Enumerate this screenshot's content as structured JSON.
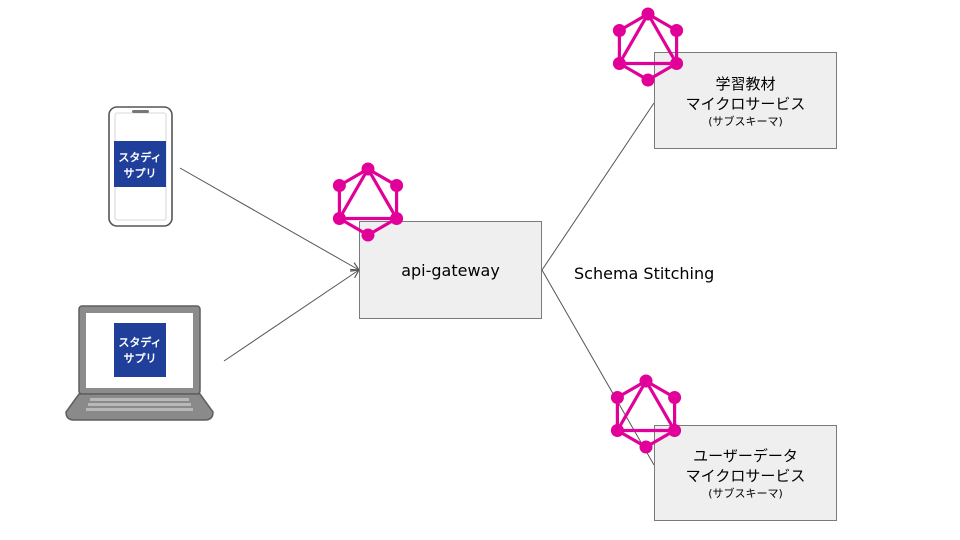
{
  "gateway": {
    "label": "api-gateway"
  },
  "learning_service": {
    "line1": "学習教材",
    "line2": "マイクロサービス",
    "line3": "(サブスキーマ)"
  },
  "user_service": {
    "line1": "ユーザーデータ",
    "line2": "マイクロサービス",
    "line3": "(サブスキーマ)"
  },
  "edge_label": "Schema Stitching",
  "app_logo": {
    "line1": "スタディ",
    "line2": "サプリ"
  },
  "colors": {
    "graphql": "#e10098",
    "app_brand": "#1f3f9b",
    "box_fill": "#efefef",
    "box_border": "#7a7a7a",
    "line": "#555555"
  },
  "icons": [
    "smartphone-icon",
    "laptop-icon",
    "graphql-logo-icon"
  ]
}
